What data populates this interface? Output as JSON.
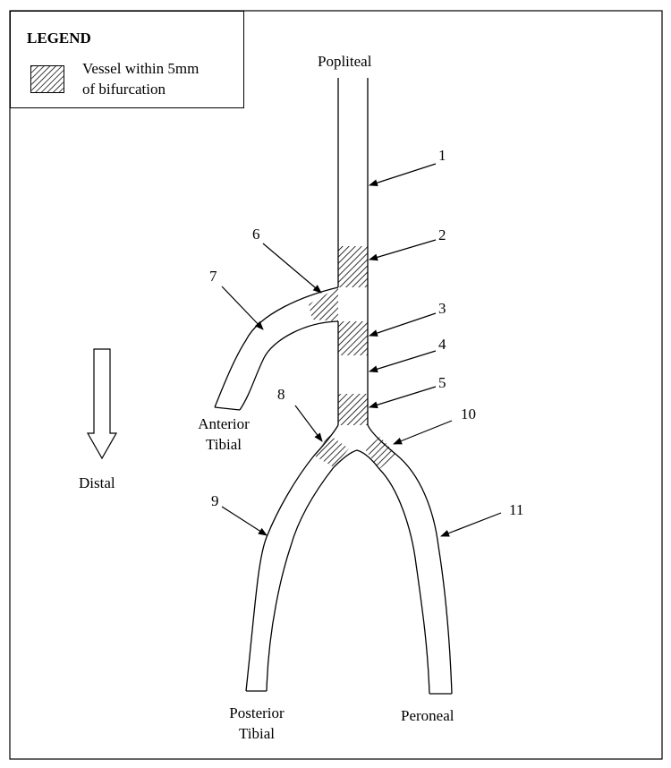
{
  "legend": {
    "title": "LEGEND",
    "item_line1": "Vessel within 5mm",
    "item_line2": "of bifurcation"
  },
  "vessels": {
    "popliteal": "Popliteal",
    "anterior_tibial_line1": "Anterior",
    "anterior_tibial_line2": "Tibial",
    "posterior_tibial_line1": "Posterior",
    "posterior_tibial_line2": "Tibial",
    "peroneal": "Peroneal"
  },
  "direction_label": "Distal",
  "callouts": [
    "1",
    "2",
    "3",
    "4",
    "5",
    "6",
    "7",
    "8",
    "9",
    "10",
    "11"
  ]
}
